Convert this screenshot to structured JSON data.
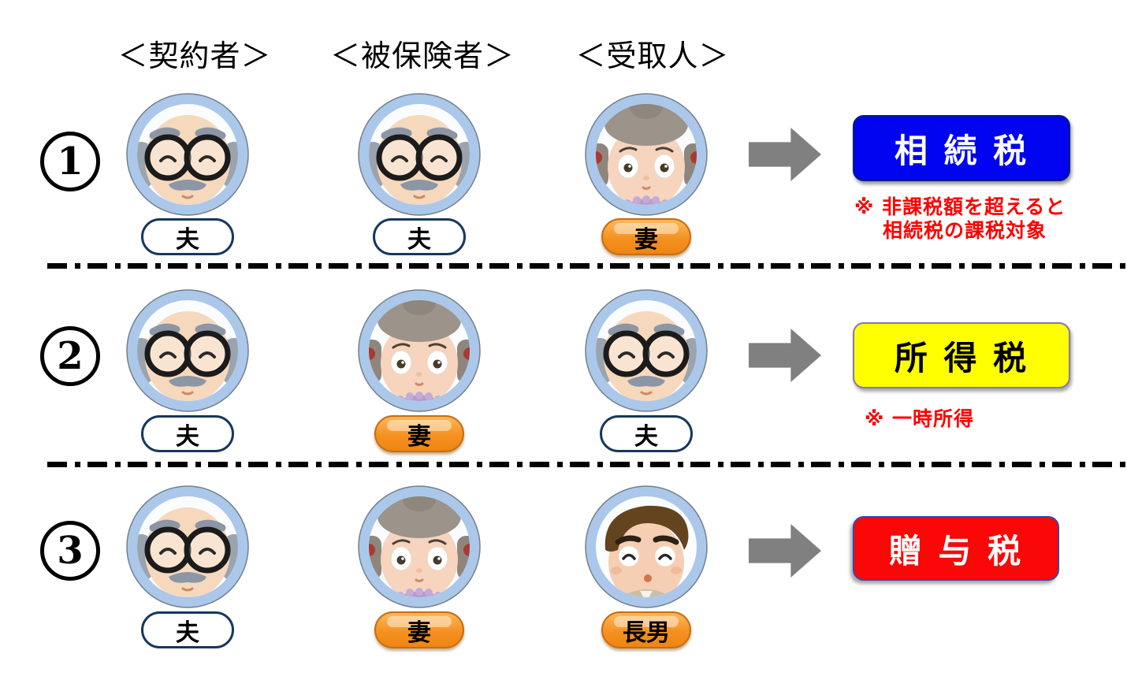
{
  "header": {
    "columns": [
      {
        "id": "contractor",
        "label": "＜契約者＞"
      },
      {
        "id": "insured",
        "label": "＜被保険者＞"
      },
      {
        "id": "beneficiary",
        "label": "＜受取人＞"
      }
    ]
  },
  "rows": [
    {
      "number": "1",
      "cells": [
        {
          "role": "contractor",
          "avatar": "husband",
          "label": "夫",
          "pill_style": "plain"
        },
        {
          "role": "insured",
          "avatar": "husband",
          "label": "夫",
          "pill_style": "plain"
        },
        {
          "role": "beneficiary",
          "avatar": "wife",
          "label": "妻",
          "pill_style": "orange"
        }
      ],
      "tax": {
        "label": "相 続 税",
        "background": "#0004f0",
        "text_color": "#ffffff"
      },
      "notes": [
        "※ 非課税額を超えると",
        "相続税の課税対象"
      ]
    },
    {
      "number": "2",
      "cells": [
        {
          "role": "contractor",
          "avatar": "husband",
          "label": "夫",
          "pill_style": "plain"
        },
        {
          "role": "insured",
          "avatar": "wife",
          "label": "妻",
          "pill_style": "orange"
        },
        {
          "role": "beneficiary",
          "avatar": "husband",
          "label": "夫",
          "pill_style": "plain"
        }
      ],
      "tax": {
        "label": "所 得 税",
        "background": "#ffff00",
        "text_color": "#000000"
      },
      "notes": [
        "※ 一時所得"
      ]
    },
    {
      "number": "3",
      "cells": [
        {
          "role": "contractor",
          "avatar": "husband",
          "label": "夫",
          "pill_style": "plain"
        },
        {
          "role": "insured",
          "avatar": "wife",
          "label": "妻",
          "pill_style": "orange"
        },
        {
          "role": "beneficiary",
          "avatar": "son",
          "label": "長男",
          "pill_style": "orange"
        }
      ],
      "tax": {
        "label": "贈 与 税",
        "background": "#fa0707",
        "text_color": "#ffffff"
      },
      "notes": []
    }
  ],
  "icons": {
    "arrow": "right-block-arrow",
    "avatars": [
      "husband-grandpa",
      "wife-grandma",
      "eldest-son"
    ]
  },
  "colors": {
    "avatar_ring_blue": "#abc8ea",
    "pill_border_navy": "#17375e",
    "pill_orange": "#f59120",
    "tax_inheritance_blue": "#0004f0",
    "tax_income_yellow": "#ffff00",
    "tax_gift_red": "#fa0707",
    "note_red": "#ff0000",
    "arrow_gray": "#808080",
    "divider_black": "#000000"
  }
}
